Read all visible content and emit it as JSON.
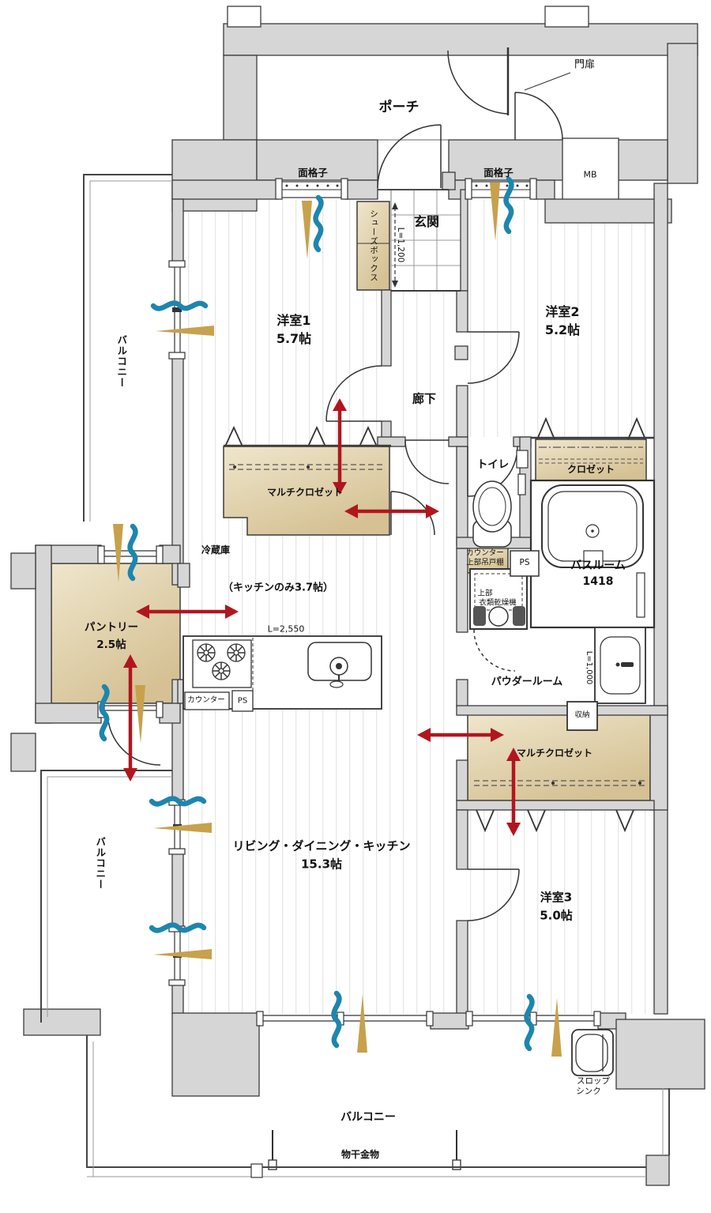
{
  "labels": {
    "porch": "ポーチ",
    "gate": "門扉",
    "meter_box": "MB",
    "grille_left": "面格子",
    "grille_right": "面格子",
    "entrance": "玄関",
    "shoe_box": "シューズボックス",
    "entrance_height": "L=1,200",
    "room1_name": "洋室1",
    "room1_area": "5.7帖",
    "room2_name": "洋室2",
    "room2_area": "5.2帖",
    "corridor": "廊下",
    "multi_closet_1": "マルチクロゼット",
    "toilet": "トイレ",
    "closet": "クロゼット",
    "counter_cabinet_1": "カウンター",
    "counter_cabinet_2": "上部吊戸棚",
    "ps_1": "PS",
    "bathroom_name": "バスルーム",
    "bathroom_size": "1418",
    "refrigerator": "冷蔵庫",
    "kitchen_only": "（キッチンのみ3.7帖）",
    "pantry_name": "パントリー",
    "pantry_area": "2.5帖",
    "kitchen_counter_length": "L=2,550",
    "counter": "カウンター",
    "ps_2": "PS",
    "dryer_1": "上部",
    "dryer_2": "衣類乾燥機",
    "powder_room": "パウダールーム",
    "vanity_height": "L=1,000",
    "storage": "収納",
    "multi_closet_2": "マルチクロゼット",
    "ldk_name": "リビング・ダイニング・キッチン",
    "ldk_area": "15.3帖",
    "room3_name": "洋室3",
    "room3_area": "5.0帖",
    "balcony_left_upper": "バルコニー",
    "balcony_left_lower": "バルコニー",
    "balcony_bottom": "バルコニー",
    "slop_sink_1": "スロップ",
    "slop_sink_2": "シンク",
    "laundry_hardware": "物干金物"
  },
  "colors": {
    "wall_fill": "#d6d6d6",
    "wall_stroke": "#3b3b3b",
    "closet_fill_light": "#efe6cc",
    "closet_fill_dark": "#d5c194",
    "arrow_red": "#b1161f",
    "airflow_blue": "#1d86ae",
    "airflow_gold": "#c7a14b"
  }
}
